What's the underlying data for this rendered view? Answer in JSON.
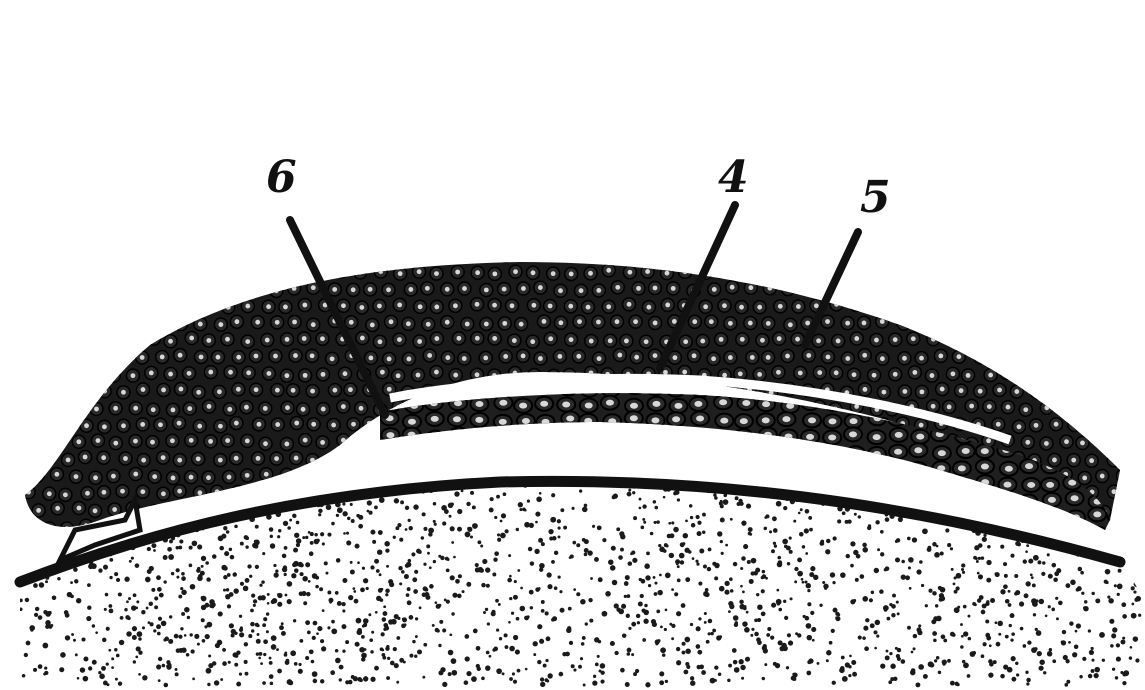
{
  "labels": {
    "six": "6",
    "four": "4",
    "five": "5"
  },
  "colors": {
    "ink": "#111111",
    "paper": "#ffffff",
    "cell_fill": "#2a2a2a",
    "nucleus": "#d8d8d8"
  }
}
